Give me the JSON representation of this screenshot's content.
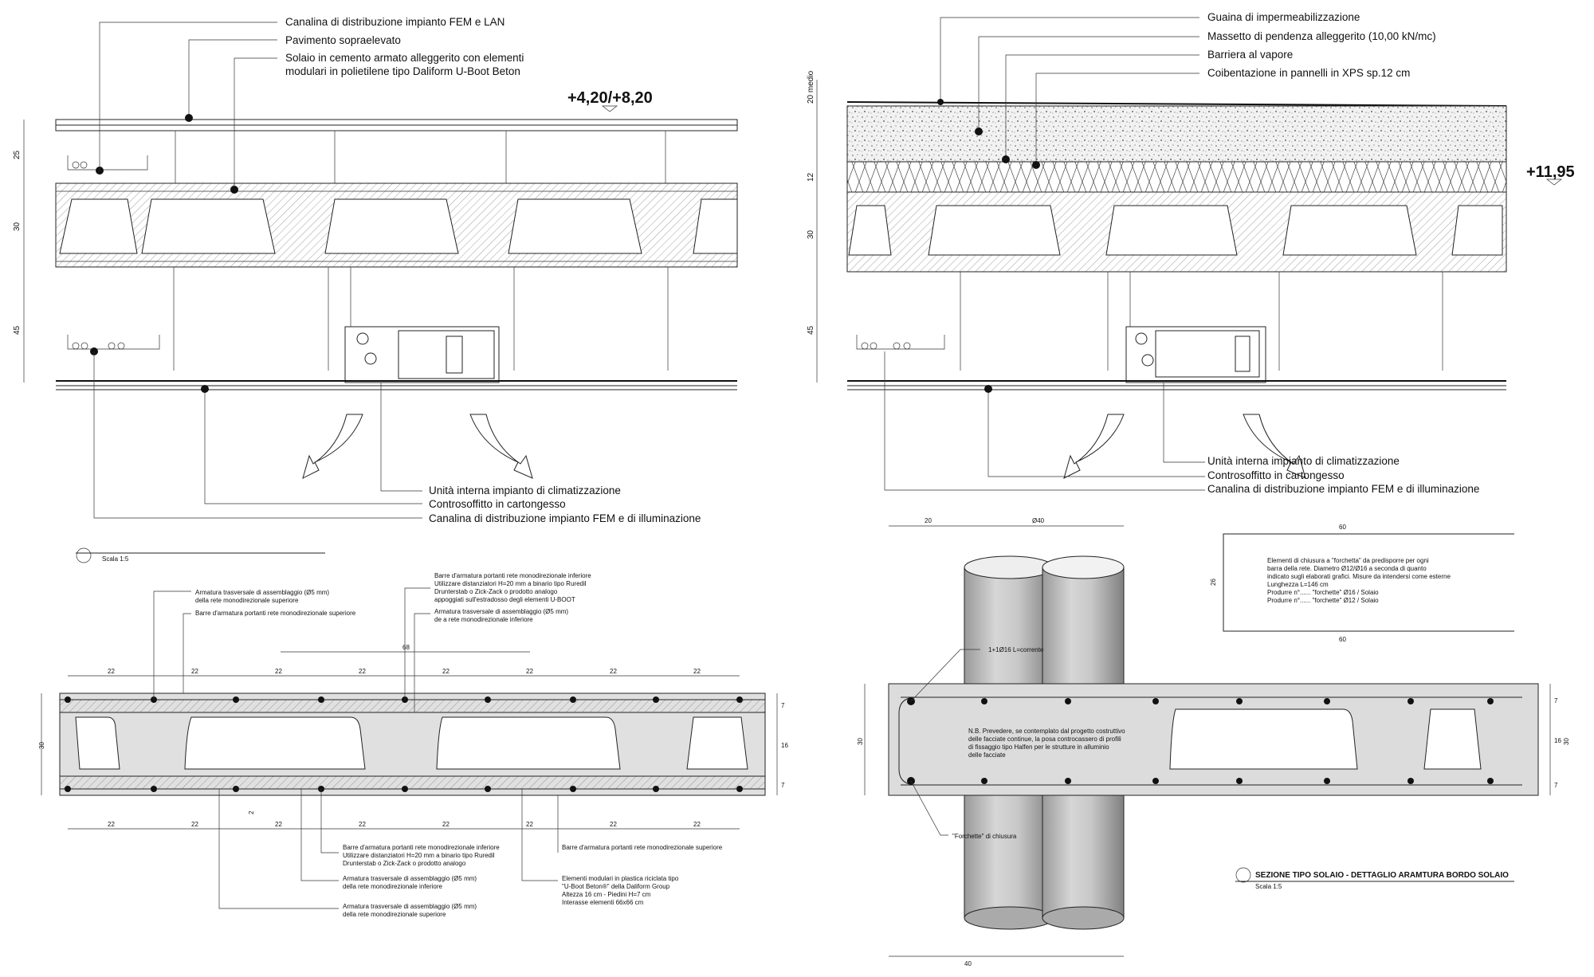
{
  "top_left": {
    "labels_top": [
      "Canalina di distribuzione impianto FEM e LAN",
      "Pavimento sopraelevato",
      "Solaio in cemento armato alleggerito con elementi",
      "modulari in polietilene tipo Daliform U-Boot Beton"
    ],
    "level": "+4,20/+8,20",
    "dims": [
      "25",
      "30",
      "45"
    ],
    "labels_bottom": [
      "Unità interna impianto di climatizzazione",
      "Controsoffitto in cartongesso",
      "Canalina di distribuzione impianto FEM  e di illuminazione"
    ],
    "scale": "Scala 1:5"
  },
  "top_right": {
    "labels_top": [
      "Guaina di impermeabilizzazione",
      "Massetto di pendenza alleggerito (10,00 kN/mc)",
      "Barriera al vapore",
      "Coibentazione in pannelli in XPS sp.12 cm"
    ],
    "level": "+11,95",
    "dims": [
      "20 medio",
      "12",
      "30",
      "45"
    ],
    "labels_bottom": [
      "Unità interna impianto di climatizzazione",
      "Controsoffitto in cartongesso",
      "Canalina di distribuzione impianto FEM  e di illuminazione"
    ]
  },
  "bottom_left": {
    "notes_top": [
      [
        "Armatura trasversale di assemblaggio (Ø5 mm)",
        "della rete monodirezionale superiore"
      ],
      [
        "Barre d'armatura portanti rete monodirezionale superiore"
      ],
      [
        "Barre d'armatura portanti rete monodirezionale inferiore",
        "Utilizzare distanziatori H=20 mm a binario tipo Ruredil",
        "Drunterstab o Zick-Zack o prodotto analogo",
        "appoggiati sull'estradosso degli elementi U-BOOT"
      ],
      [
        "Armatura trasversale di assemblaggio (Ø5 mm)",
        "de a rete monodirezionale inferiore"
      ]
    ],
    "dim_68": "68",
    "spacing_top": [
      "22",
      "22",
      "22",
      "22",
      "22",
      "22",
      "22",
      "22"
    ],
    "spacing_bottom": [
      "22",
      "22",
      "22",
      "22",
      "22",
      "22",
      "22",
      "22"
    ],
    "dims_right": [
      "7",
      "16",
      "7"
    ],
    "dim_left": "30",
    "dim_2": "2",
    "notes_bottom": [
      [
        "Barre d'armatura portanti rete monodirezionale inferiore",
        "Utilizzare distanziatori H=20 mm a binario tipo Ruredil",
        "Drunterstab o Zick-Zack o prodotto analogo"
      ],
      [
        "Barre d'armatura portanti rete monodirezionale superiore"
      ],
      [
        "Armatura trasversale di assemblaggio (Ø5 mm)",
        "della rete monodirezionale inferiore"
      ],
      [
        "Elementi modulari in plastica riciclata tipo",
        "\"U-Boot Beton®\" della Daliform Group",
        "Altezza 16 cm - Piedini H=7 cm",
        "Interasse elementi 66x66 cm"
      ],
      [
        "Armatura trasversale di assemblaggio (Ø5 mm)",
        "della rete monodirezionale superiore"
      ]
    ]
  },
  "bottom_right": {
    "dims_top": [
      "20",
      "Ø40"
    ],
    "dim_bottom": "40",
    "box_dims": [
      "60",
      "26",
      "60"
    ],
    "box_note": [
      "Elementi di chiusura a \"forchetta\" da predisporre per ogni",
      "barra della rete. Diametro Ø12/Ø16 a seconda di quanto",
      "indicato sugli elaborati grafici. Misure da intendersi come esterne",
      "Lunghezza L=146 cm",
      "Produrre n°...... \"forchette\" Ø16 / Solaio",
      "Produrre n°...... \"forchette\" Ø12 / Solaio"
    ],
    "corrente": "1+1Ø16 L=corrente",
    "nb_note": [
      "N.B. Prevedere, se contemplato dal progetto costruttivo",
      "delle facciate continue, la posa controcassero di profili",
      "di fissaggio tipo Halfen per le strutture in alluminio",
      "delle facciate"
    ],
    "forchette": "\"Forchette\" di chiusura",
    "dims_left": "30",
    "dims_right": [
      "7",
      "16",
      "7",
      "30"
    ],
    "title": "SEZIONE TIPO SOLAIO - DETTAGLIO ARAMTURA BORDO SOLAIO",
    "scale": "Scala 1:5"
  }
}
